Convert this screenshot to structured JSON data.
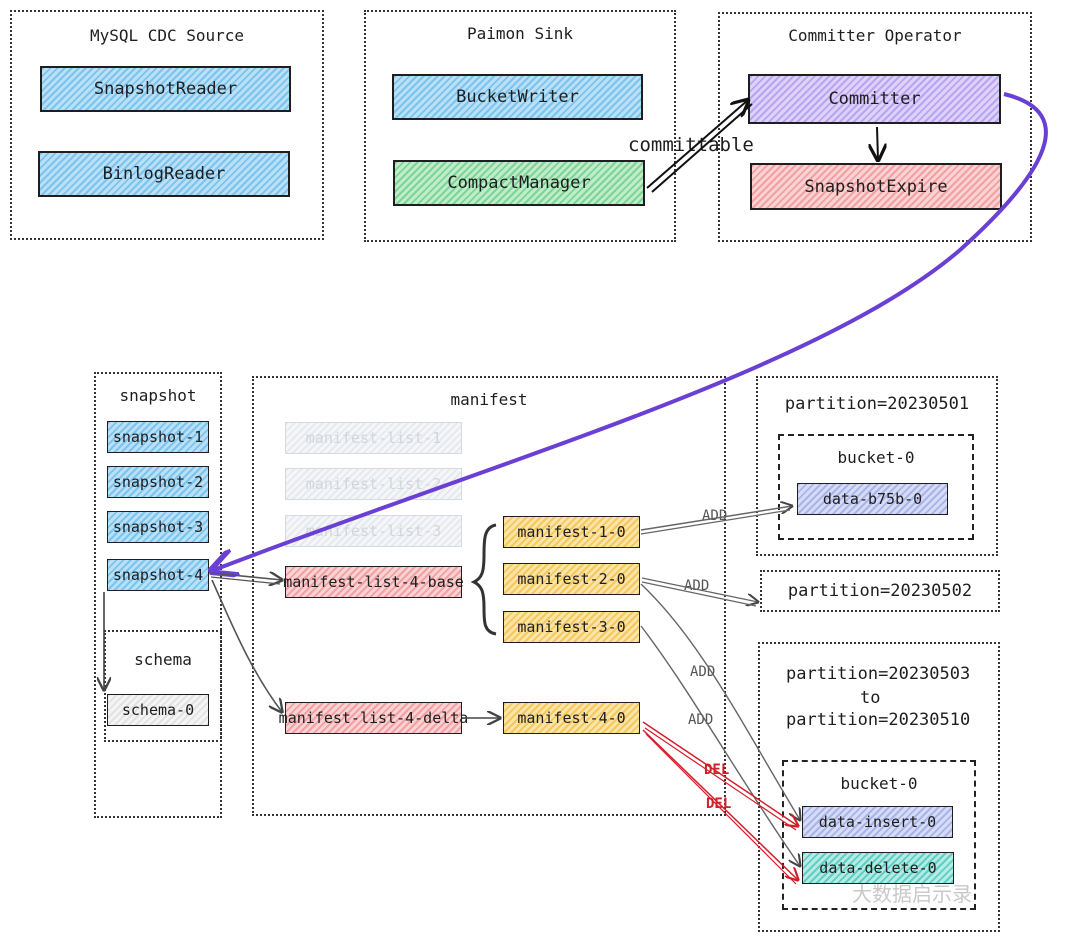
{
  "top": {
    "mysql_cdc_source": {
      "title": "MySQL CDC Source",
      "snapshot_reader": "SnapshotReader",
      "binlog_reader": "BinlogReader"
    },
    "paimon_sink": {
      "title": "Paimon Sink",
      "bucket_writer": "BucketWriter",
      "compact_manager": "CompactManager"
    },
    "committer_operator": {
      "title": "Committer Operator",
      "committer": "Committer",
      "snapshot_expire": "SnapshotExpire"
    },
    "committable_label": "committable"
  },
  "snapshot": {
    "title": "snapshot",
    "items": [
      "snapshot-1",
      "snapshot-2",
      "snapshot-3",
      "snapshot-4"
    ]
  },
  "schema": {
    "title": "schema",
    "item": "schema-0"
  },
  "manifest": {
    "title": "manifest",
    "lists": [
      "manifest-list-1",
      "manifest-list-2",
      "manifest-list-3",
      "manifest-list-4-base",
      "manifest-list-4-delta"
    ],
    "files": [
      "manifest-1-0",
      "manifest-2-0",
      "manifest-3-0",
      "manifest-4-0"
    ]
  },
  "partitions": {
    "p1": {
      "title": "partition=20230501",
      "bucket": "bucket-0",
      "file": "data-b75b-0"
    },
    "p2": {
      "title": "partition=20230502"
    },
    "p3": {
      "title_from": "partition=20230503",
      "title_to": "to",
      "title_end": "partition=20230510",
      "bucket": "bucket-0",
      "file_insert": "data-insert-0",
      "file_delete": "data-delete-0"
    }
  },
  "edge_labels": {
    "add": "ADD",
    "del": "DEL"
  },
  "watermark": "大数据启示录",
  "colors": {
    "committer_arrow": "#6a3fd4",
    "del_arrow": "#d21f2a"
  }
}
